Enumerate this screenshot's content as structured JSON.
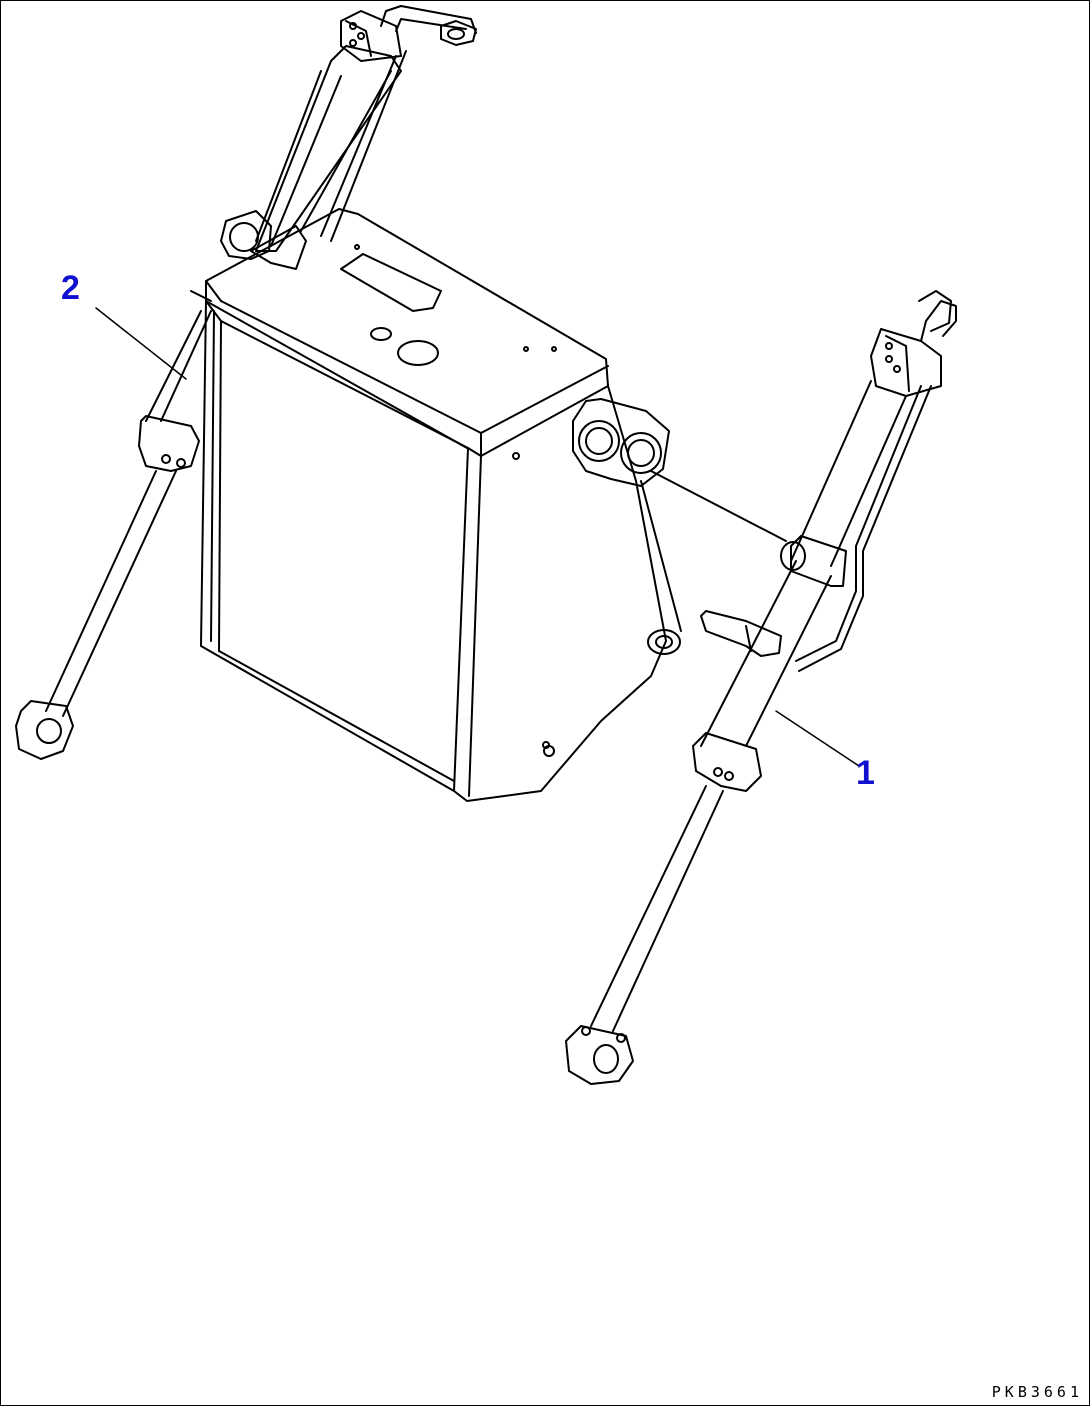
{
  "diagram": {
    "drawing_code": "PKB3661",
    "line_color": "#000000",
    "callout_color": "#1010d0",
    "callouts": [
      {
        "number": "1",
        "part": "right-cylinder"
      },
      {
        "number": "2",
        "part": "left-cylinder"
      }
    ]
  }
}
